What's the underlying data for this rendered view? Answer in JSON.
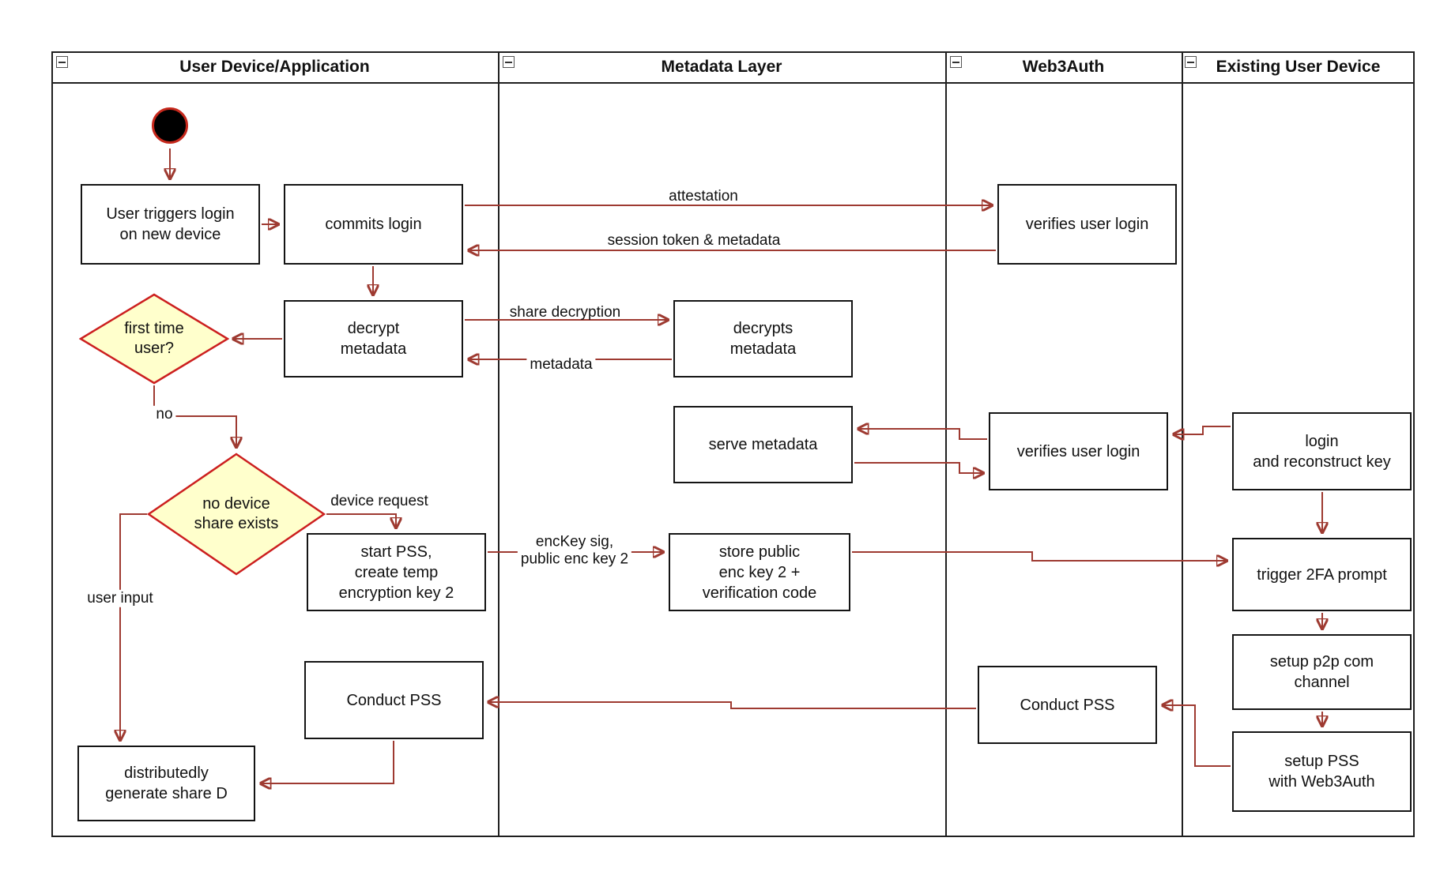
{
  "diagram": {
    "lanes": [
      {
        "label": "User Device/Application"
      },
      {
        "label": "Metadata Layer"
      },
      {
        "label": "Web3Auth"
      },
      {
        "label": "Existing User Device"
      }
    ],
    "nodes": {
      "user_triggers": {
        "label": "User triggers login\non new device"
      },
      "commits_login": {
        "label": "commits login"
      },
      "verifies_login_1": {
        "label": "verifies user login"
      },
      "decrypt_metadata": {
        "label": "decrypt\nmetadata"
      },
      "decrypts_metadata": {
        "label": "decrypts\nmetadata"
      },
      "first_time": {
        "label": "first time\nuser?"
      },
      "serve_metadata": {
        "label": "serve metadata"
      },
      "verifies_login_2": {
        "label": "verifies user login"
      },
      "login_reconstruct": {
        "label": "login\nand reconstruct key"
      },
      "no_device_share": {
        "label": "no device\nshare exists"
      },
      "start_pss": {
        "label": "start PSS,\ncreate temp\nencryption key 2"
      },
      "store_public": {
        "label": "store public\nenc key 2 +\nverification code"
      },
      "trigger_2fa": {
        "label": "trigger 2FA prompt"
      },
      "setup_p2p": {
        "label": "setup p2p com\nchannel"
      },
      "setup_pss": {
        "label": "setup PSS\nwith Web3Auth"
      },
      "conduct_pss_web3auth": {
        "label": "Conduct PSS"
      },
      "conduct_pss_user": {
        "label": "Conduct PSS"
      },
      "distributedly": {
        "label": "distributedly\ngenerate share D"
      }
    },
    "edge_labels": {
      "attestation": "attestation",
      "session_token": "session token & metadata",
      "share_decryption": "share decryption",
      "metadata": "metadata",
      "no": "no",
      "device_request": "device request",
      "enckey": "encKey sig,\npublic enc key 2",
      "user_input": "user input"
    },
    "colors": {
      "arrow": "#9e3a31",
      "decision_fill": "#ffffcc",
      "decision_border": "#cc1f1f",
      "node_border": "#141414"
    }
  }
}
